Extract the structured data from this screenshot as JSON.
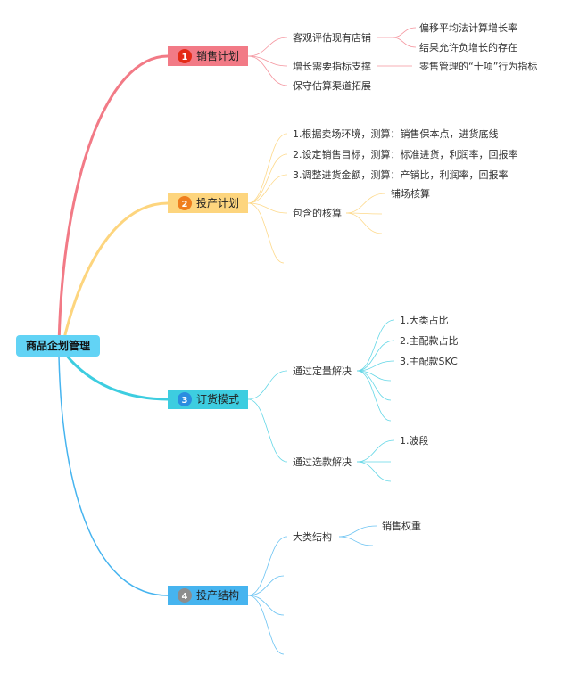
{
  "colors": {
    "root": "#62d3f5",
    "branch1": "#f27a86",
    "branch1_badge": "#e42b16",
    "branch2": "#fdd57e",
    "branch2_badge": "#ef7e1d",
    "branch3": "#3dcde0",
    "branch3_badge": "#2a8de0",
    "branch4": "#46b4ef",
    "branch4_badge": "#8d8d8d"
  },
  "root": {
    "label": "商品企划管理"
  },
  "branches": [
    {
      "label": "销售计划",
      "badge": "1",
      "children": [
        {
          "label": "客观评估现有店铺",
          "children": [
            {
              "label": "偏移平均法计算增长率"
            },
            {
              "label": "结果允许负增长的存在"
            }
          ]
        },
        {
          "label": "增长需要指标支撑",
          "children": [
            {
              "label": "零售管理的“十项”行为指标"
            }
          ]
        },
        {
          "label": "保守估算渠道拓展"
        }
      ]
    },
    {
      "label": "投产计划",
      "badge": "2",
      "children": [
        {
          "label": "1.根据卖场环境，测算：销售保本点，进货底线"
        },
        {
          "label": "2.设定销售目标，测算：标准进货，利润率，回报率"
        },
        {
          "label": "3.调整进货金额，测算：产销比，利润率，回报率"
        },
        {
          "label": "包含的核算",
          "children": [
            {
              "label": "铺场核算"
            },
            {
              "label": ""
            },
            {
              "label": ""
            }
          ]
        },
        {
          "label": ""
        }
      ]
    },
    {
      "label": "订货模式",
      "badge": "3",
      "children": [
        {
          "label": "通过定量解决",
          "children": [
            {
              "label": "1.大类占比"
            },
            {
              "label": "2.主配款占比"
            },
            {
              "label": "3.主配款SKC"
            },
            {
              "label": ""
            },
            {
              "label": ""
            },
            {
              "label": ""
            }
          ]
        },
        {
          "label": "通过选款解决",
          "children": [
            {
              "label": "1.波段"
            },
            {
              "label": ""
            },
            {
              "label": ""
            }
          ]
        }
      ]
    },
    {
      "label": "投产结构",
      "badge": "4",
      "children": [
        {
          "label": "大类结构",
          "children": [
            {
              "label": "销售权重"
            },
            {
              "label": ""
            }
          ]
        },
        {
          "label": ""
        },
        {
          "label": ""
        },
        {
          "label": ""
        }
      ]
    }
  ]
}
